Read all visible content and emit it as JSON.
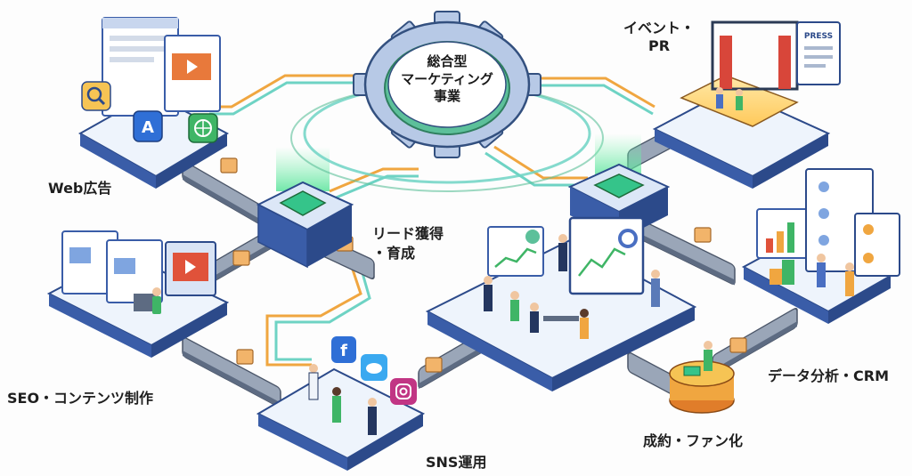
{
  "hub": {
    "line1": "総合型",
    "line2": "マーケティング",
    "line3": "事業"
  },
  "labels": {
    "web_ads": "Web広告",
    "events_pr": "イベント・\nPR",
    "lead_line1": "リード獲得",
    "lead_line2": "・育成",
    "seo_content": "SEO・コンテンツ制作",
    "sns": "SNS運用",
    "conversion": "成約・ファン化",
    "data_crm": "データ分析・CRM"
  },
  "texts": {
    "press": "PRESS",
    "icon_letter": "A"
  },
  "colors": {
    "platform_top": "#eef4fc",
    "platform_side": "#3a5da8",
    "gear": "#b7c9e6",
    "gear_stroke": "#33507f",
    "hub_ring": "#5cc09a",
    "connector_orange": "#f0a640",
    "connector_teal": "#6ed3c4",
    "accent_green": "#35c48a",
    "box": "#f2b46a"
  },
  "icons": [
    "search-icon",
    "ad-icon",
    "globe-icon",
    "video-play-icon",
    "facebook-icon",
    "twitter-icon",
    "instagram-icon",
    "press-release-icon"
  ]
}
